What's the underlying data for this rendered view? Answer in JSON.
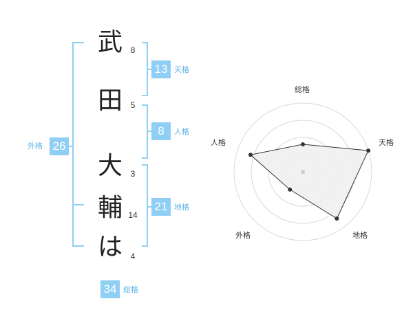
{
  "name": {
    "chars": [
      {
        "char": "武",
        "strokes": "8"
      },
      {
        "char": "田",
        "strokes": "5"
      },
      {
        "char": "大",
        "strokes": "3"
      },
      {
        "char": "輔",
        "strokes": "14"
      },
      {
        "char": "は",
        "strokes": "4"
      }
    ]
  },
  "grids": {
    "tenkaku": {
      "label": "天格",
      "value": "13"
    },
    "jinkaku": {
      "label": "人格",
      "value": "8"
    },
    "chikaku": {
      "label": "地格",
      "value": "21"
    },
    "gaikaku": {
      "label": "外格",
      "value": "26"
    },
    "soukaku": {
      "label": "総格",
      "value": "34"
    }
  },
  "colors": {
    "bracket": "#8fcff3",
    "badge": "#8fcff3",
    "label": "#5ab4e8",
    "radar_fill": "#eeeeee",
    "radar_line": "#333333",
    "ring": "#d9d9d9"
  },
  "chart_data": {
    "type": "radar",
    "axes": [
      "総格",
      "天格",
      "地格",
      "外格",
      "人格"
    ],
    "max": 5,
    "rings": 4,
    "values": [
      2,
      5,
      4.2,
      1.6,
      4
    ]
  }
}
